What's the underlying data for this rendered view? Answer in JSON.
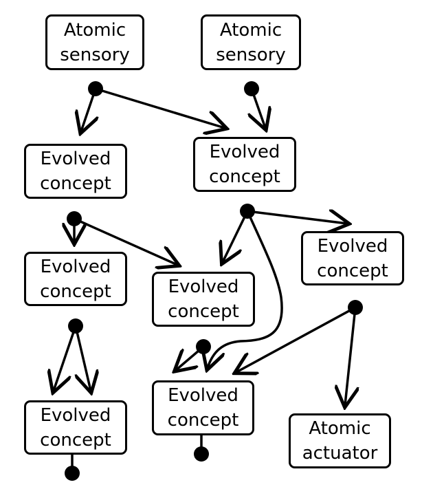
{
  "nodes": {
    "atomic_sensory_left": {
      "line1": "Atomic",
      "line2": "sensory"
    },
    "atomic_sensory_right": {
      "line1": "Atomic",
      "line2": "sensory"
    },
    "evolved_concept_1": {
      "line1": "Evolved",
      "line2": "concept"
    },
    "evolved_concept_2": {
      "line1": "Evolved",
      "line2": "concept"
    },
    "evolved_concept_3": {
      "line1": "Evolved",
      "line2": "concept"
    },
    "evolved_concept_4": {
      "line1": "Evolved",
      "line2": "concept"
    },
    "evolved_concept_5": {
      "line1": "Evolved",
      "line2": "concept"
    },
    "evolved_concept_6": {
      "line1": "Evolved",
      "line2": "concept"
    },
    "evolved_concept_7": {
      "line1": "Evolved",
      "line2": "concept"
    },
    "atomic_actuator": {
      "line1": "Atomic",
      "line2": "actuator"
    }
  },
  "colors": {
    "stroke": "#000000",
    "background": "#ffffff"
  }
}
